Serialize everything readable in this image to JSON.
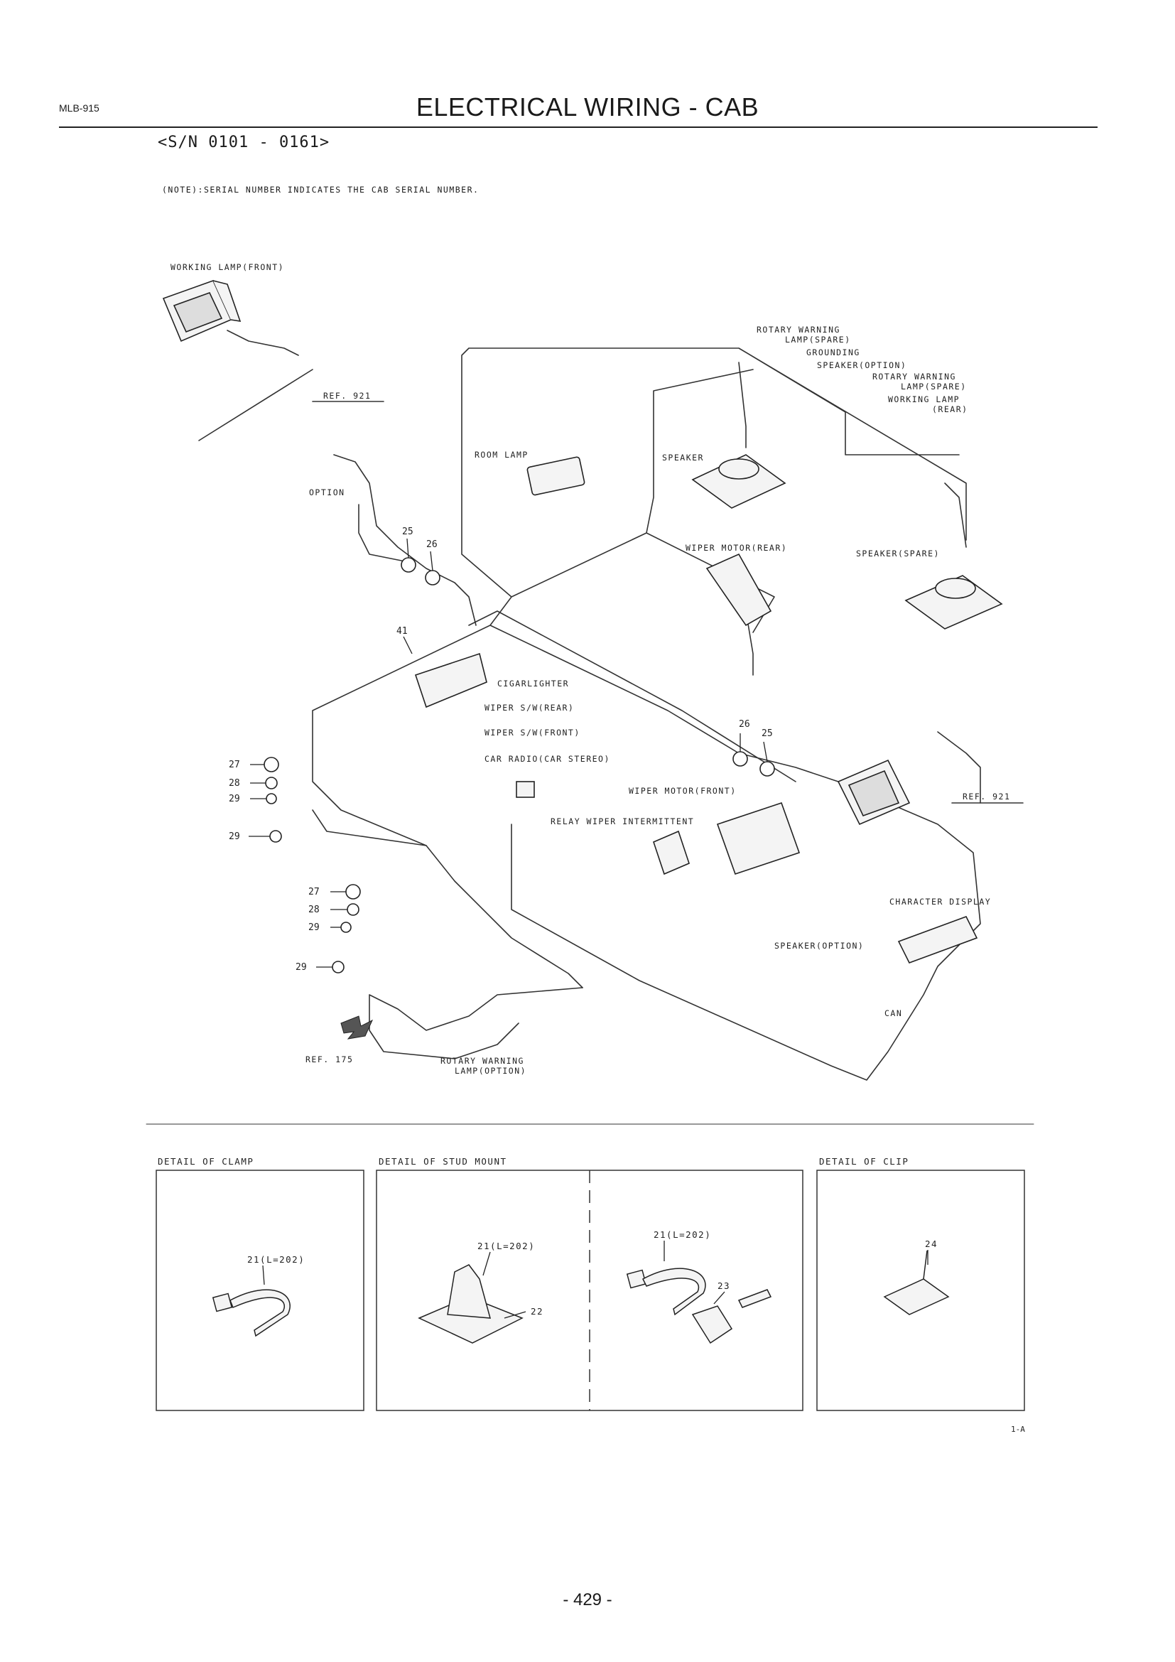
{
  "header": {
    "code": "MLB-915",
    "title": "ELECTRICAL WIRING - CAB",
    "serial": "<S/N 0101 - 0161>",
    "note": "(NOTE):SERIAL NUMBER INDICATES THE CAB SERIAL NUMBER."
  },
  "labels": {
    "working_lamp_front": "WORKING LAMP(FRONT)",
    "ref_921_top": "REF. 921",
    "option": "OPTION",
    "room_lamp": "ROOM LAMP",
    "rotary_warning_spare_1": "ROTARY WARNING",
    "rotary_warning_spare_2": "LAMP(SPARE)",
    "grounding": "GROUNDING",
    "speaker_option_top": "SPEAKER(OPTION)",
    "rotary_warning_spare2_1": "ROTARY WARNING",
    "rotary_warning_spare2_2": "LAMP(SPARE)",
    "working_lamp_rear_1": "WORKING LAMP",
    "working_lamp_rear_2": "(REAR)",
    "speaker": "SPEAKER",
    "wiper_motor_rear": "WIPER MOTOR(REAR)",
    "speaker_spare": "SPEAKER(SPARE)",
    "cigarlighter": "CIGARLIGHTER",
    "wiper_sw_rear": "WIPER S/W(REAR)",
    "wiper_sw_front": "WIPER S/W(FRONT)",
    "car_radio": "CAR RADIO(CAR STEREO)",
    "wiper_motor_front": "WIPER MOTOR(FRONT)",
    "relay_wiper": "RELAY WIPER INTERMITTENT",
    "ref_921_right": "REF. 921",
    "character_display": "CHARACTER DISPLAY",
    "speaker_option_low": "SPEAKER(OPTION)",
    "can": "CAN",
    "ref_175": "REF. 175",
    "rotary_warning_option_1": "ROTARY WARNING",
    "rotary_warning_option_2": "LAMP(OPTION)"
  },
  "part_numbers": {
    "p25a": "25",
    "p26a": "26",
    "p41": "41",
    "p26b": "26",
    "p25b": "25",
    "p27a": "27",
    "p28a": "28",
    "p29a": "29",
    "p29b": "29",
    "p27b": "27",
    "p28b": "28",
    "p29c": "29",
    "p29d": "29"
  },
  "details": {
    "clamp_title": "DETAIL OF CLAMP",
    "stud_title": "DETAIL OF STUD MOUNT",
    "clip_title": "DETAIL OF CLIP",
    "clamp_part": "21(L=202)",
    "stud_part_a": "21(L=202)",
    "stud_part_22": "22",
    "stud_part_b": "21(L=202)",
    "stud_part_23": "23",
    "clip_part": "24"
  },
  "figure_code": "1-A",
  "page_number": "- 429 -"
}
